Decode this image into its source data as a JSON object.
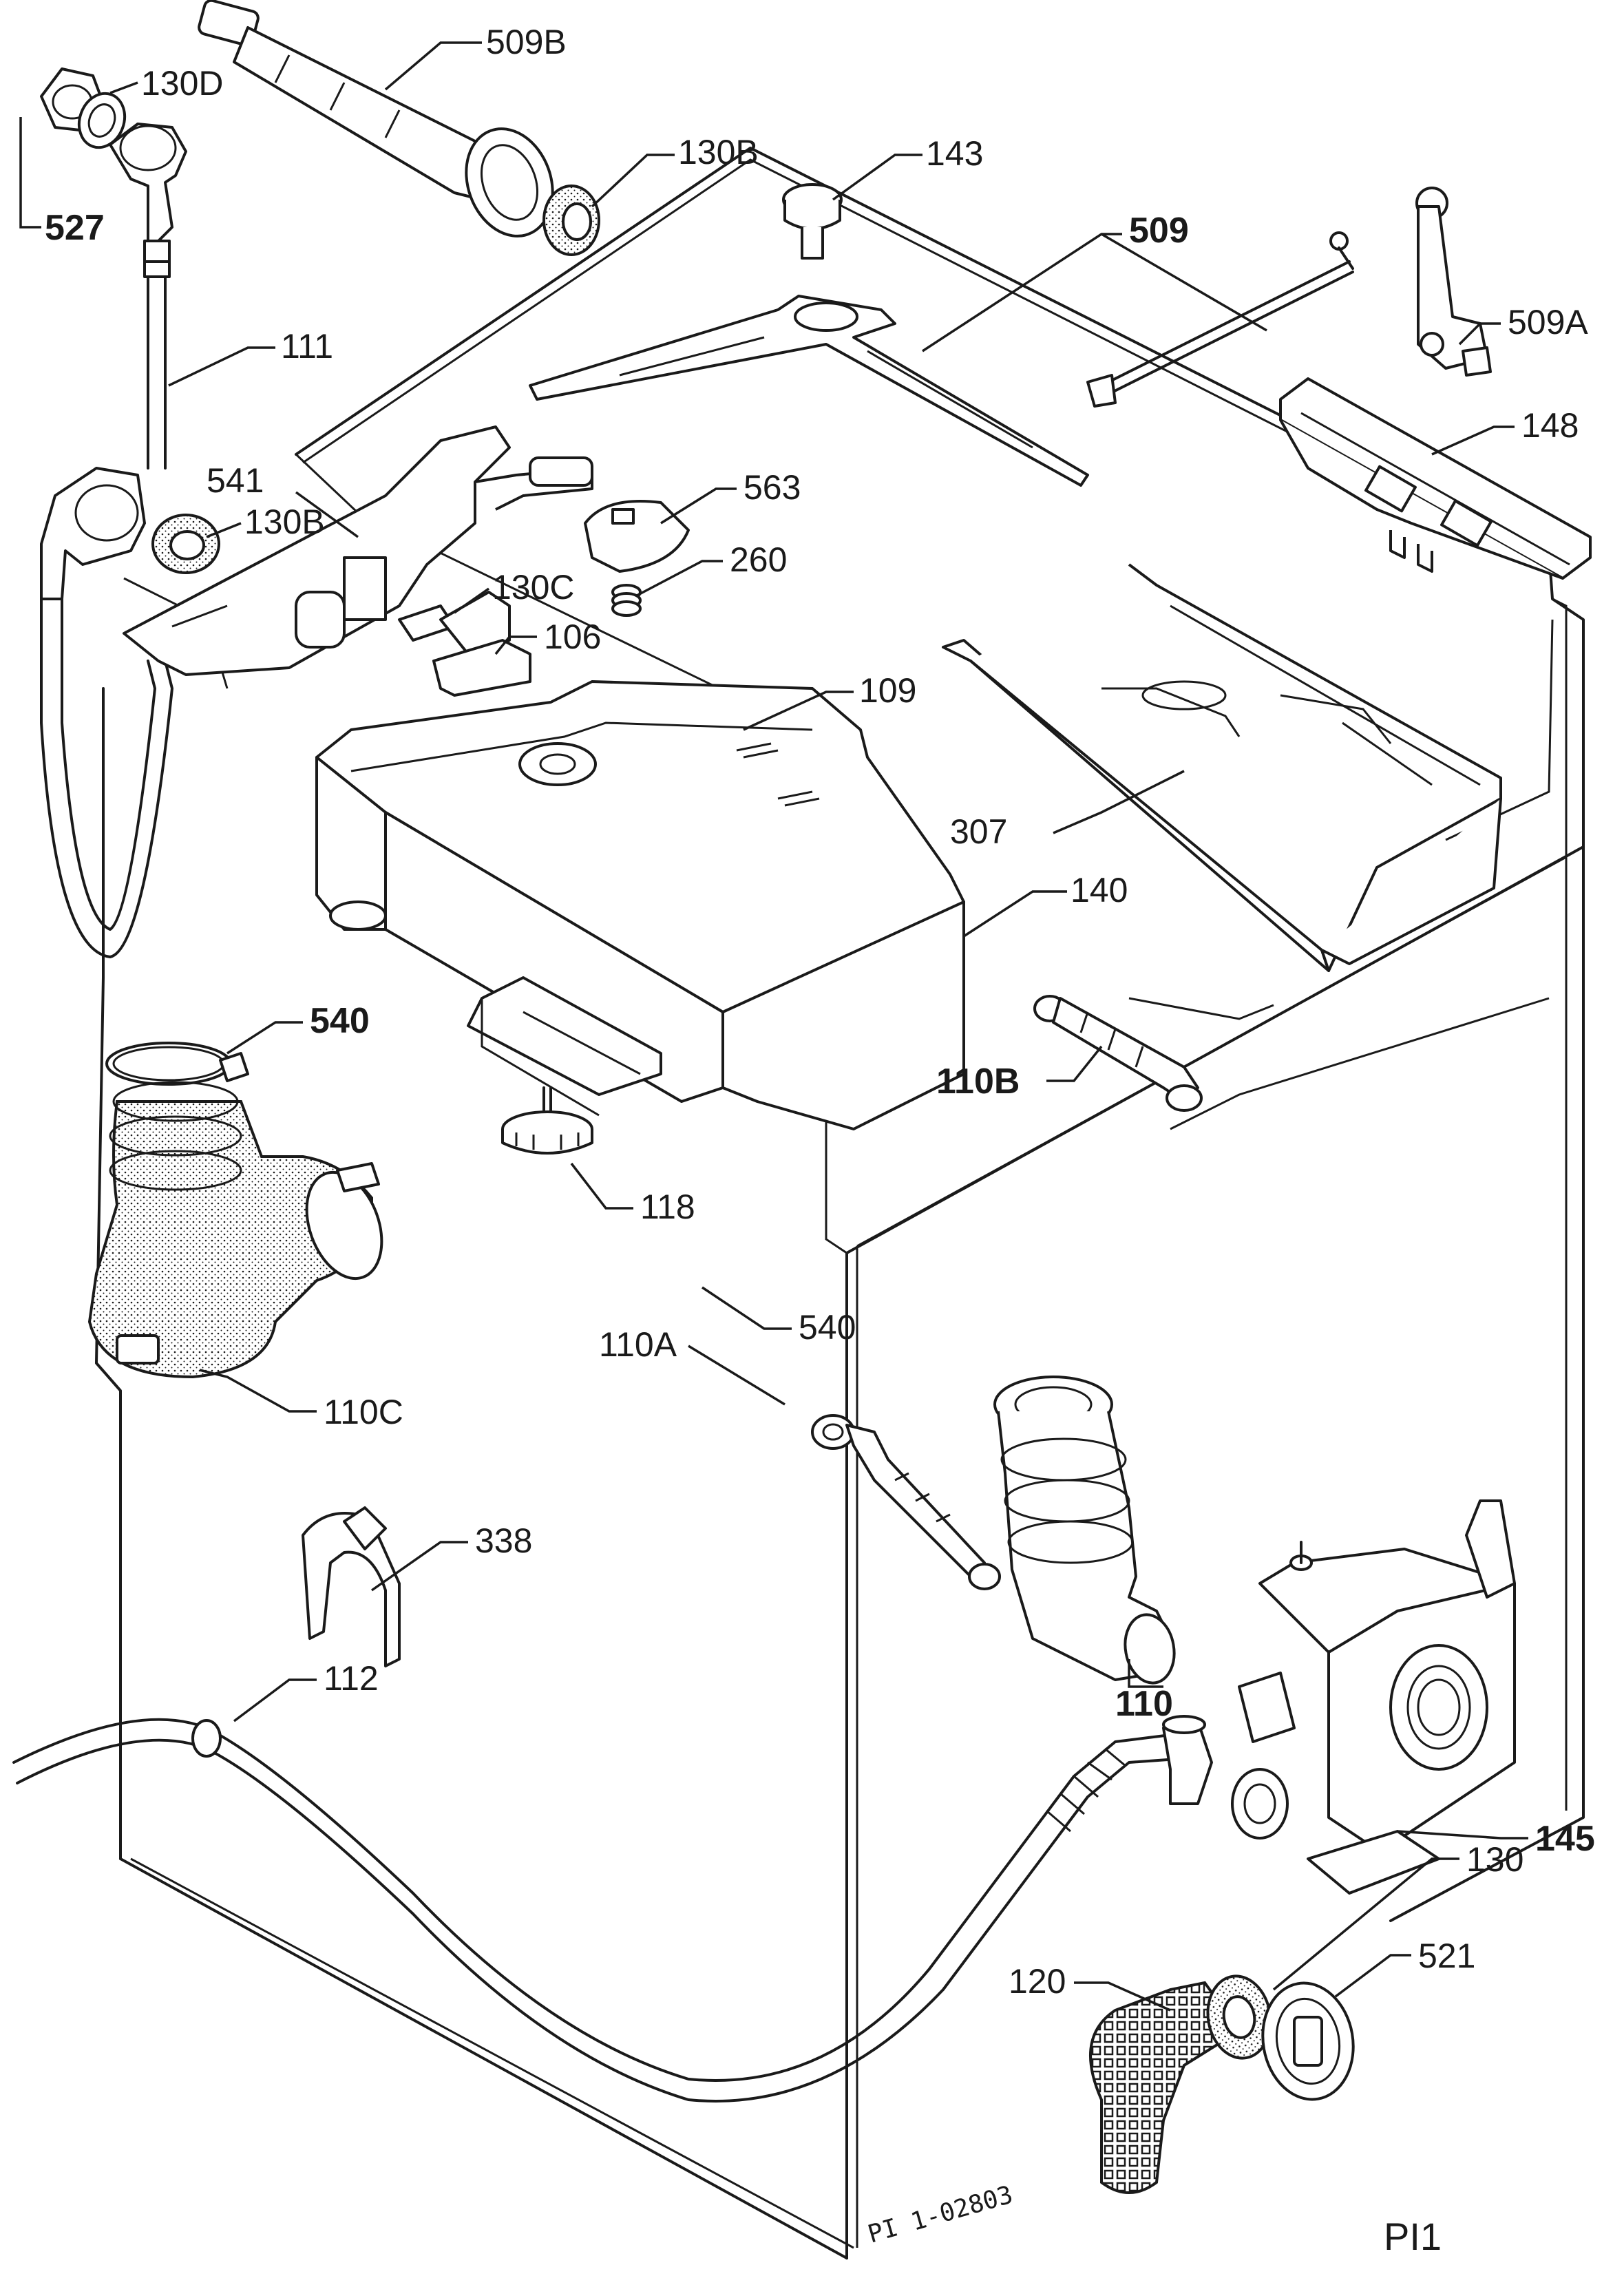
{
  "diagram": {
    "parts": [
      {
        "id": "509b",
        "label": "509B"
      },
      {
        "id": "130d",
        "label": "130D"
      },
      {
        "id": "527",
        "label": "527"
      },
      {
        "id": "130b-top",
        "label": "130B"
      },
      {
        "id": "143",
        "label": "143"
      },
      {
        "id": "509",
        "label": "509"
      },
      {
        "id": "509a",
        "label": "509A"
      },
      {
        "id": "111",
        "label": "111"
      },
      {
        "id": "148",
        "label": "148"
      },
      {
        "id": "541",
        "label": "541"
      },
      {
        "id": "563",
        "label": "563"
      },
      {
        "id": "130b-mid",
        "label": "130B"
      },
      {
        "id": "260",
        "label": "260"
      },
      {
        "id": "130c",
        "label": "130C"
      },
      {
        "id": "106",
        "label": "106"
      },
      {
        "id": "109",
        "label": "109"
      },
      {
        "id": "307",
        "label": "307"
      },
      {
        "id": "140",
        "label": "140"
      },
      {
        "id": "540-top",
        "label": "540"
      },
      {
        "id": "110b",
        "label": "110B"
      },
      {
        "id": "118",
        "label": "118"
      },
      {
        "id": "540-bottom",
        "label": "540"
      },
      {
        "id": "110c",
        "label": "110C"
      },
      {
        "id": "110a",
        "label": "110A"
      },
      {
        "id": "338",
        "label": "338"
      },
      {
        "id": "110",
        "label": "110"
      },
      {
        "id": "112",
        "label": "112"
      },
      {
        "id": "145",
        "label": "145"
      },
      {
        "id": "130",
        "label": "130"
      },
      {
        "id": "120",
        "label": "120"
      },
      {
        "id": "521",
        "label": "521"
      }
    ],
    "drawing_code": "PI 1-02803",
    "page_ref": "PI1"
  }
}
